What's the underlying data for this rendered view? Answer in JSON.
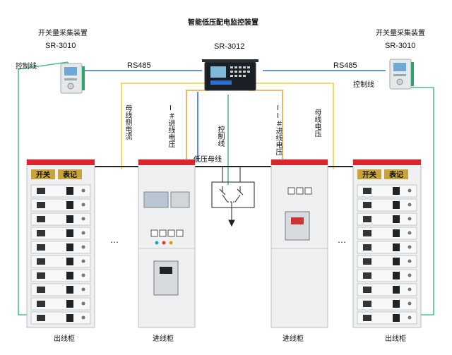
{
  "title": "智能低压配电监控装置",
  "center_device": {
    "model": "SR-3012"
  },
  "left_device": {
    "name": "开关量采集装置",
    "model": "SR-3010"
  },
  "right_device": {
    "name": "开关量采集装置",
    "model": "SR-3010"
  },
  "labels": {
    "control_line_left": "控制线",
    "control_line_right": "控制线",
    "rs485_left": "RS485",
    "rs485_right": "RS485",
    "busbar_current": "母线侧电流",
    "incoming_voltage_1": "I＃进线电压",
    "control_line_center": "控制线",
    "incoming_voltage_2": "II＃进线电压",
    "busbar_voltage": "母线电压",
    "low_voltage_bus": "低压母线",
    "ellipsis": "…"
  },
  "cabinet_labels": {
    "outgoing_left": "出线柜",
    "incoming_left": "进线柜",
    "incoming_right": "进线柜",
    "outgoing_right": "出线柜"
  },
  "cabinet_badges": {
    "left_a": "开关",
    "left_b": "表记",
    "right_a": "开关",
    "right_b": "表记"
  },
  "colors": {
    "green_line": "#4fc08d",
    "blue_line": "#2f6fd6",
    "yellow_line": "#f2d13a",
    "orange_line": "#f0a23a",
    "bus_line": "#222222",
    "cabinet_red": "#d9262c",
    "cabinet_body": "#eef0f2"
  }
}
